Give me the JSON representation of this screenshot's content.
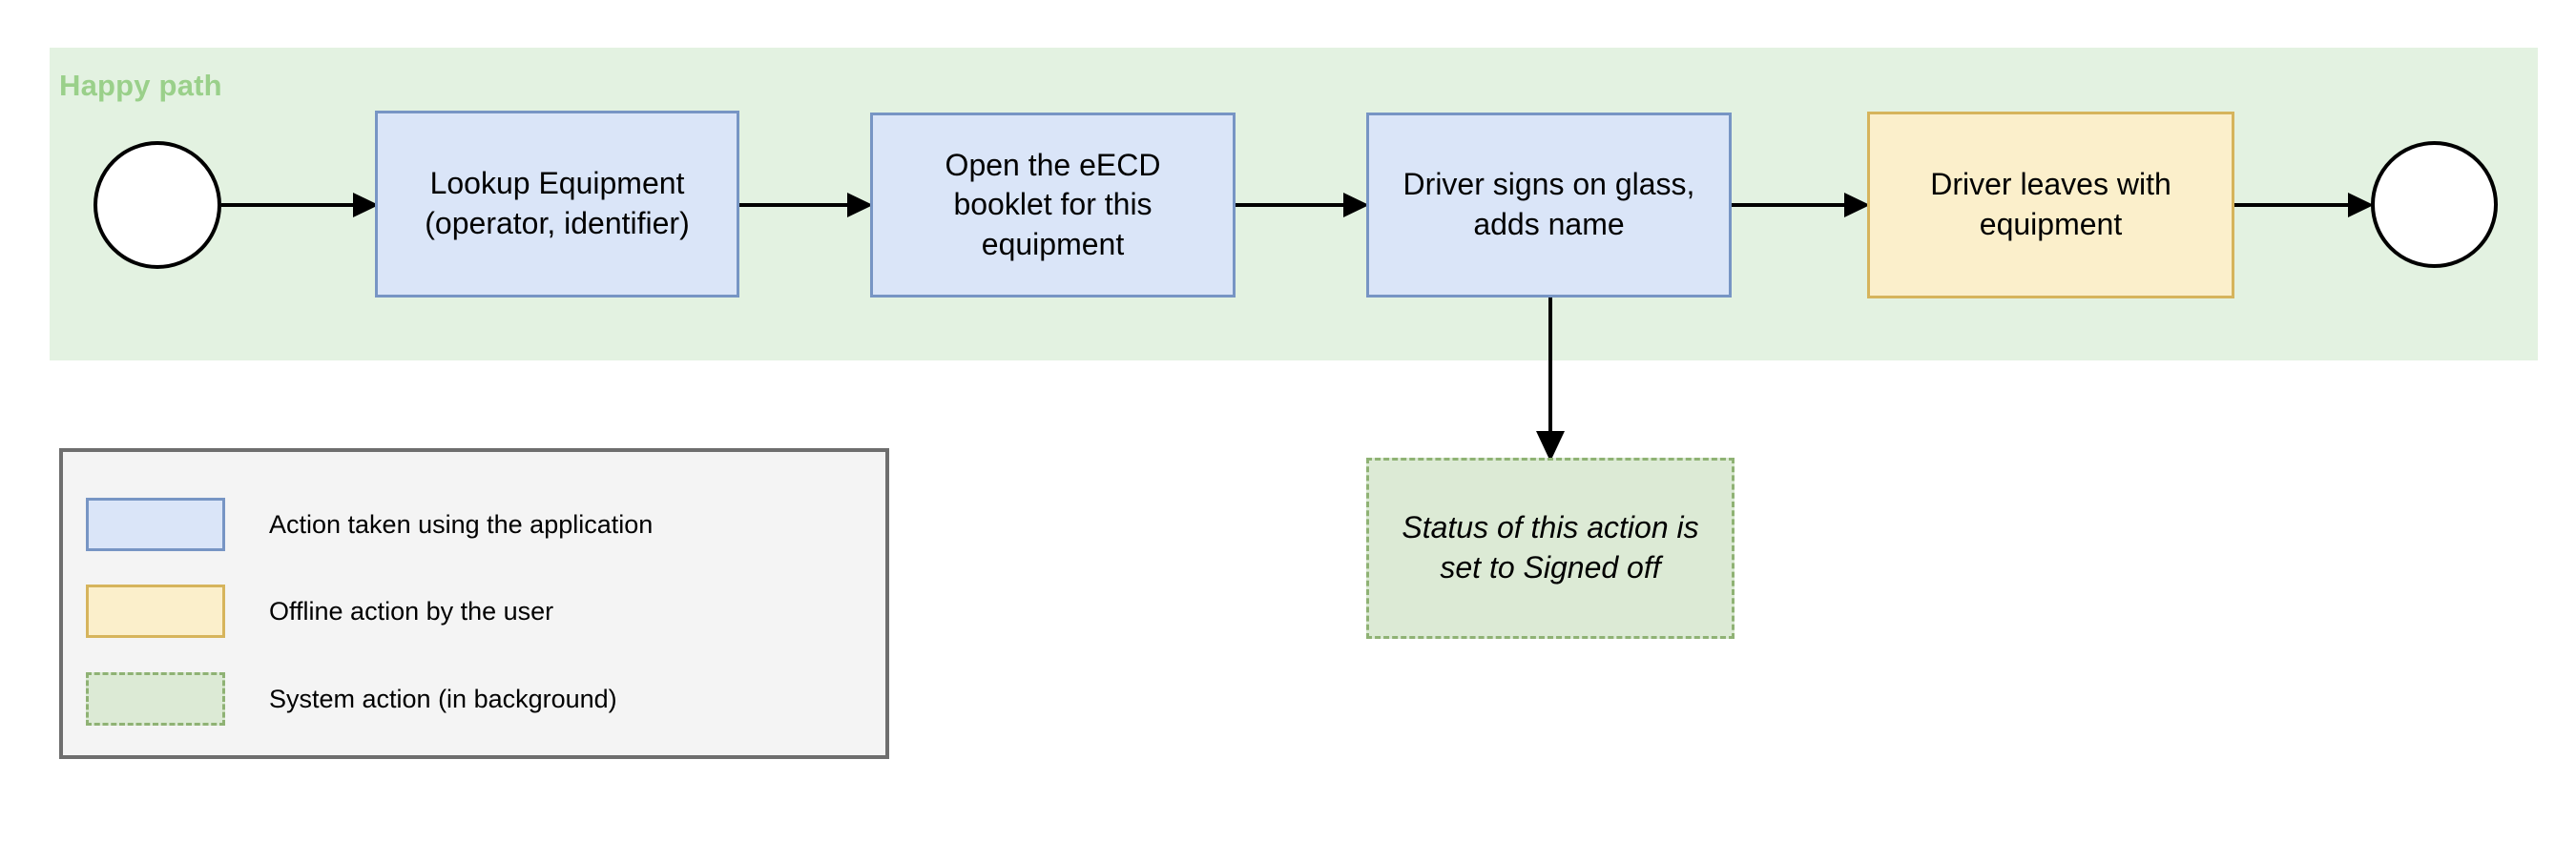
{
  "diagram": {
    "lane": {
      "title": "Happy path",
      "title_color": "#9AD08A",
      "background_color": "#E3F2E1"
    },
    "start_node": {
      "name": "start",
      "label": ""
    },
    "end_node": {
      "name": "end",
      "label": ""
    },
    "nodes": [
      {
        "id": "lookup-equipment",
        "label": "Lookup Equipment (operator, identifier)",
        "line1": "Lookup Equipment",
        "line2": "(operator, identifier)",
        "type": "application",
        "fill": "#DAE5F8",
        "stroke": "#7795C4"
      },
      {
        "id": "open-eecd-booklet",
        "label": "Open the eECD booklet for this equipment",
        "line1": "Open the eECD",
        "line2": "booklet for this",
        "line3": "equipment",
        "type": "application",
        "fill": "#DAE5F8",
        "stroke": "#7795C4"
      },
      {
        "id": "driver-signs-on-glass",
        "label": "Driver signs on glass, adds name",
        "line1": "Driver signs on glass,",
        "line2": "adds name",
        "type": "application",
        "fill": "#DAE5F8",
        "stroke": "#7795C4"
      },
      {
        "id": "driver-leaves-with-equipment",
        "label": "Driver leaves with equipment",
        "line1": "Driver leaves with",
        "line2": "equipment",
        "type": "offline",
        "fill": "#FBEFCB",
        "stroke": "#D6B45C"
      },
      {
        "id": "status-signed-off",
        "label": "Status of this action is set to Signed off",
        "line1": "Status of this action is",
        "line2": "set to Signed off",
        "type": "system",
        "fill": "#DCEAD5",
        "stroke": "#8FB274"
      }
    ]
  },
  "legend": {
    "items": [
      {
        "swatch": "application",
        "label": "Action taken using the application"
      },
      {
        "swatch": "offline",
        "label": "Offline action by the user"
      },
      {
        "swatch": "system",
        "label": "System action (in background)"
      }
    ]
  }
}
